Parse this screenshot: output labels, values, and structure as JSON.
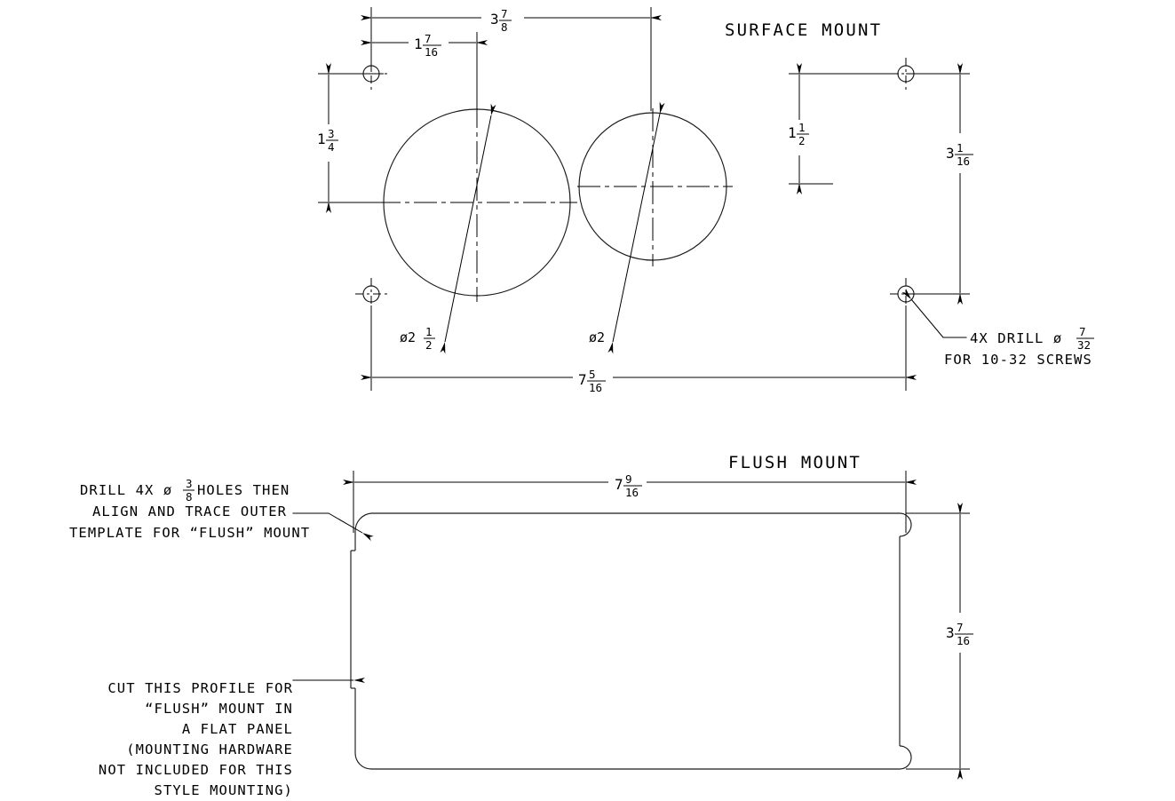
{
  "drawing": {
    "type": "mounting-template",
    "background": "#ffffff",
    "line_color": "#000000"
  },
  "surface_mount": {
    "title": "SURFACE MOUNT",
    "dimensions": {
      "top_overall": {
        "whole": "3",
        "num": "7",
        "den": "8",
        "text": "3 7/8"
      },
      "top_inner": {
        "whole": "1",
        "num": "7",
        "den": "16",
        "text": "1 7/16"
      },
      "left_vertical": {
        "whole": "1",
        "num": "3",
        "den": "4",
        "text": "1 3/4"
      },
      "mid_vertical": {
        "whole": "1",
        "num": "1",
        "den": "2",
        "text": "1 1/2"
      },
      "right_vertical": {
        "whole": "3",
        "num": "1",
        "den": "16",
        "text": "3 1/16"
      },
      "bottom_overall": {
        "whole": "7",
        "num": "5",
        "den": "16",
        "text": "7 5/16"
      }
    },
    "hole_callouts": {
      "large_bore": {
        "dia": "ø2",
        "num": "1",
        "den": "2",
        "text": "ø2 1/2"
      },
      "small_bore": {
        "dia": "ø2",
        "num": "",
        "den": "",
        "text": "ø2"
      }
    },
    "screw_note": {
      "line1_pre": "4X DRILL ø",
      "line1_num": "7",
      "line1_den": "32",
      "line2": "FOR 10-32 SCREWS"
    }
  },
  "flush_mount": {
    "title": "FLUSH MOUNT",
    "dimensions": {
      "width": {
        "whole": "7",
        "num": "9",
        "den": "16",
        "text": "7 9/16"
      },
      "height": {
        "whole": "3",
        "num": "7",
        "den": "16",
        "text": "3 7/16"
      }
    },
    "note_top": {
      "line1_pre": "DRILL 4X ø",
      "line1_num": "3",
      "line1_den": "8",
      "line1_post": " HOLES THEN",
      "line2": "ALIGN AND TRACE OUTER",
      "line3": "TEMPLATE FOR “FLUSH” MOUNT"
    },
    "note_bottom": {
      "line1": "CUT THIS PROFILE FOR",
      "line2": "“FLUSH” MOUNT IN",
      "line3": "A FLAT PANEL",
      "line4": "(MOUNTING HARDWARE",
      "line5": "NOT INCLUDED FOR THIS",
      "line6": "STYLE MOUNTING)"
    }
  }
}
